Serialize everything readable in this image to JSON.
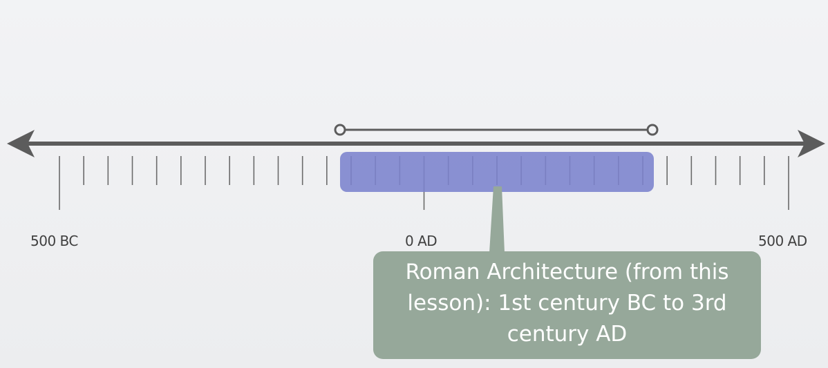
{
  "timeline": {
    "start_label": "500 BC",
    "mid_label": "0 AD",
    "end_label": "500 AD",
    "range_start_year": -500,
    "range_end_year": 500,
    "tick_interval_years": 33.33,
    "highlight": {
      "start_year": -100,
      "end_year": 300,
      "color": "#7b82cd"
    }
  },
  "callout": {
    "text": "Roman Architecture (from this lesson): 1st century BC to 3rd century AD",
    "color": "#96a89a"
  },
  "colors": {
    "axis": "#5c5c5c",
    "tick": "#6a6a6a",
    "label": "#3f3f3f"
  }
}
